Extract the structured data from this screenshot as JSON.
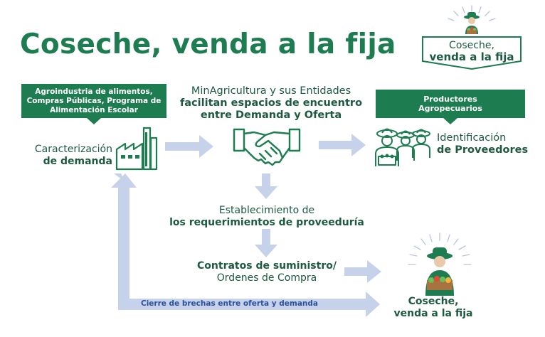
{
  "title": "Coseche, venda a la fija",
  "logo": {
    "line1": "Coseche,",
    "line2": "venda a la fija"
  },
  "left_banner": {
    "line1": "Agroindustria de alimentos,",
    "line2": "Compras Públicas, Programa de",
    "line3": "Alimentación Escolar"
  },
  "left_label": {
    "line1": "Caracterización",
    "line2": "de demanda"
  },
  "center_top": {
    "line1": "MinAgricultura y sus Entidades",
    "line2": "facilitan espacios de encuentro",
    "line3": "entre Demanda y Oferta"
  },
  "right_banner": {
    "line1": "Productores",
    "line2": "Agropecuarios"
  },
  "right_label": {
    "line1": "Identificación",
    "line2": "de Proveedores"
  },
  "step_requirements": {
    "line1": "Establecimiento de",
    "line2": "los requerimientos de proveeduría"
  },
  "step_contracts": {
    "line1": "Contratos de suministro/",
    "line2": "Ordenes de Compra"
  },
  "gap_label": "Cierre de brechas entre oferta y demanda",
  "bottom_right": {
    "line1": "Coseche,",
    "line2": "venda a la fija"
  },
  "colors": {
    "green": "#1e7c51",
    "arrow": "#c5d2ea",
    "gap_text": "#2d4f9b"
  },
  "icons": [
    "factory-icon",
    "handshake-icon",
    "farmers-group-icon",
    "farmer-icon"
  ]
}
